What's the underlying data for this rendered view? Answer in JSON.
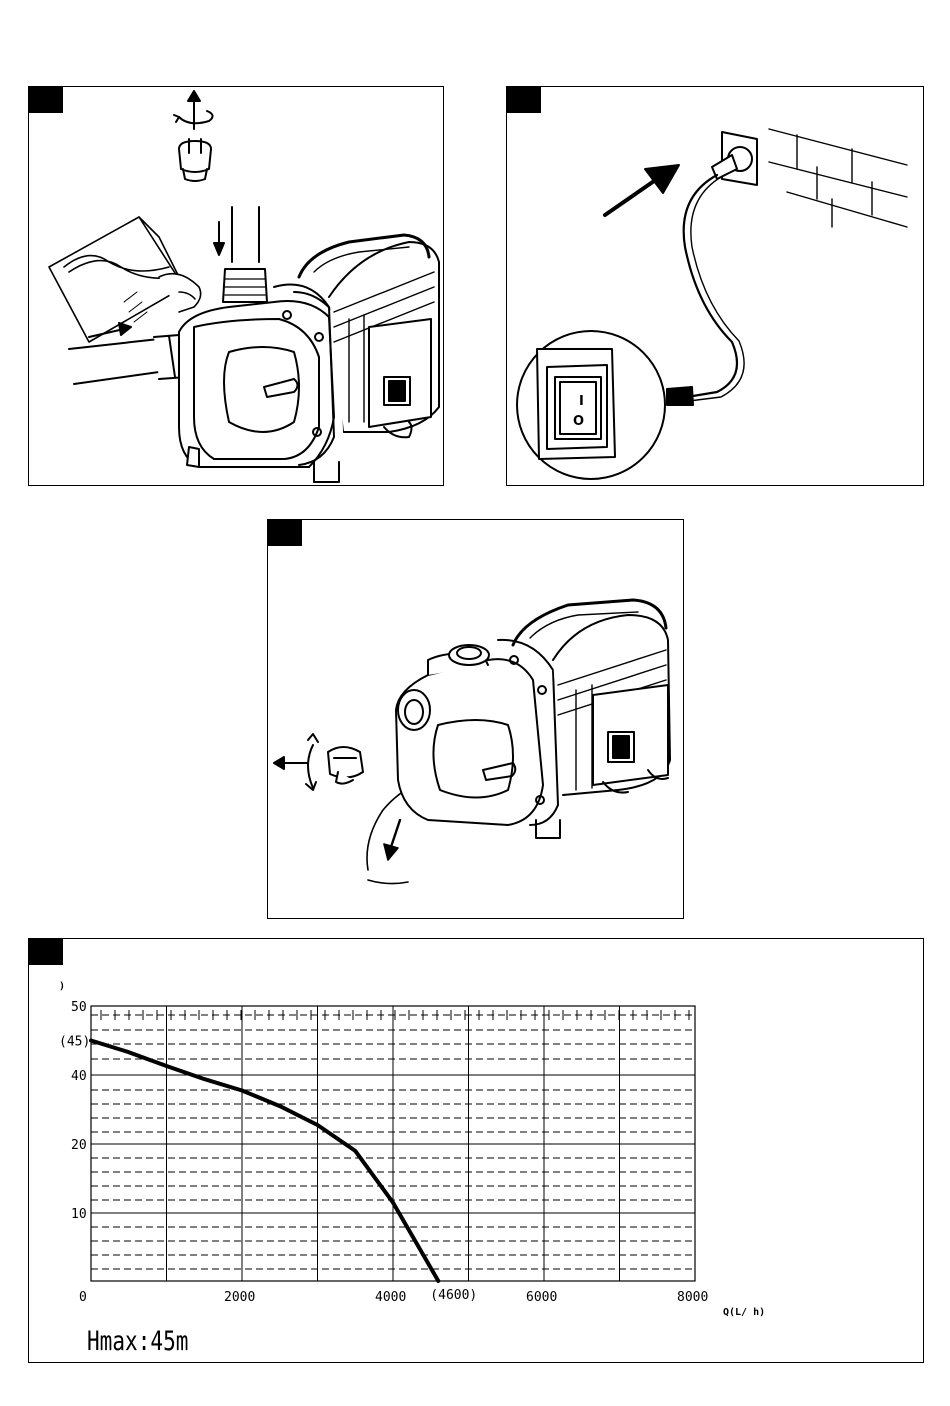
{
  "switch": {
    "on_label": "I",
    "off_label": "O"
  },
  "chart_data": {
    "type": "line",
    "title": "",
    "xlabel": "Q(L/ h)",
    "ylabel": ")",
    "x_ticks": [
      0,
      2000,
      4000,
      6000,
      8000
    ],
    "y_ticks": [
      {
        "label": "50",
        "value": 50
      },
      {
        "label": "40",
        "value": 40
      },
      {
        "label": "20",
        "value": 20
      },
      {
        "label": "10",
        "value": 10
      }
    ],
    "annotations": {
      "y_max": "(45)",
      "x_max": "(4600)"
    },
    "xlim": [
      0,
      8000
    ],
    "series": [
      {
        "x": [
          0,
          500,
          1000,
          1500,
          2000,
          2500,
          3000,
          3500,
          4000,
          4300,
          4600
        ],
        "y": [
          45,
          43.3,
          41.3,
          38.8,
          35.5,
          31,
          25.5,
          19,
          11.5,
          5.8,
          0
        ]
      }
    ],
    "grid": true,
    "footer": "Hmax:45m"
  }
}
